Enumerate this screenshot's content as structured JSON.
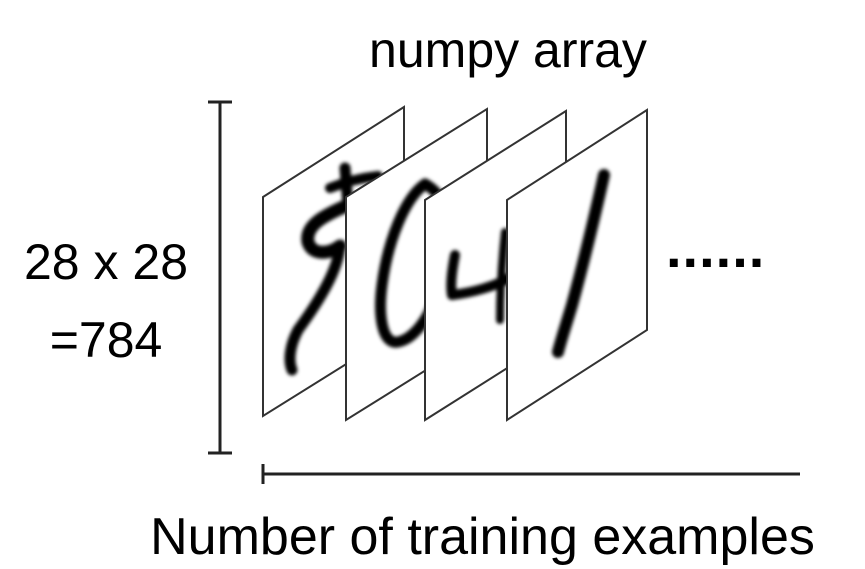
{
  "title": "numpy array",
  "image_size_label": {
    "line1": "28 x 28",
    "line2": "=784"
  },
  "x_axis_label": "Number of training examples",
  "ellipsis": "......",
  "digits": [
    "5",
    "0",
    "4",
    "1"
  ],
  "colors": {
    "ink": "#000000",
    "frame_fill": "#ffffff",
    "frame_stroke": "#333333",
    "axis": "#222222"
  }
}
